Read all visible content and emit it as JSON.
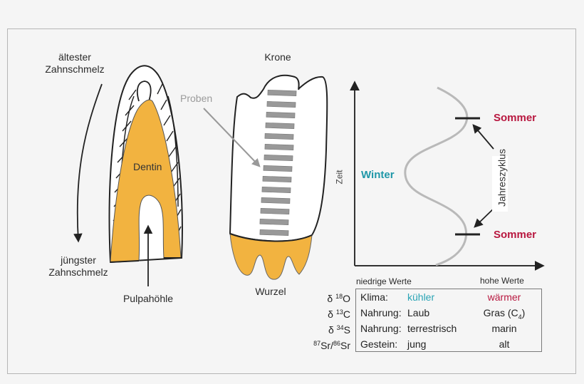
{
  "colors": {
    "background": "#f5f5f5",
    "dentin": "#f2b340",
    "outline": "#222222",
    "sample_bar": "#999999",
    "winter": "#1f97a8",
    "summer": "#b8173f",
    "curve": "#b9b9b9",
    "cool": "#2aa4b5",
    "warm": "#b8173f"
  },
  "left_tooth": {
    "label_oldest": [
      "ältester",
      "Zahnschmelz"
    ],
    "label_youngest": [
      "jüngster",
      "Zahnschmelz"
    ],
    "label_dentin": "Dentin",
    "label_pulp": "Pulpahöhle"
  },
  "middle_tooth": {
    "label_crown": "Krone",
    "label_samples": "Proben",
    "label_root": "Wurzel",
    "sample_count": 14
  },
  "cycle_chart": {
    "y_axis_label": "Zeit",
    "winter_label": "Winter",
    "summer_top_label": "Sommer",
    "summer_bottom_label": "Sommer",
    "cycle_label": "Jahreszyklus",
    "x_low_label": "niedrige Werte",
    "x_high_label": "hohe Werte"
  },
  "table": {
    "isotopes": [
      {
        "prefix": "δ ",
        "sup_pre": "18",
        "el": "O",
        "sup_mid": "",
        "el2": ""
      },
      {
        "prefix": "δ ",
        "sup_pre": "13",
        "el": "C",
        "sup_mid": "",
        "el2": ""
      },
      {
        "prefix": "δ ",
        "sup_pre": "34",
        "el": "S",
        "sup_mid": "",
        "el2": ""
      },
      {
        "prefix": "",
        "sup_pre": "87",
        "el": "Sr/",
        "sup_mid": "86",
        "el2": "Sr"
      }
    ],
    "rows": [
      {
        "key": "Klima:",
        "low": "kühler",
        "high": "wärmer"
      },
      {
        "key": "Nahrung:",
        "low": "Laub",
        "high": "Gras (C",
        "high_sub": "4",
        "high_end": ")"
      },
      {
        "key": "Nahrung:",
        "low": "terrestrisch",
        "high": "marin"
      },
      {
        "key": "Gestein:",
        "low": "jung",
        "high": "alt"
      }
    ]
  }
}
